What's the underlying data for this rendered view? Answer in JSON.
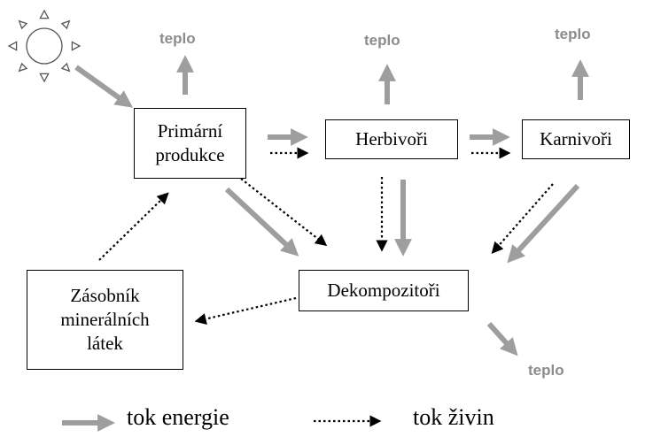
{
  "nodes": {
    "primary": [
      "Primární",
      "produkce"
    ],
    "herbivores": [
      "Herbivoři"
    ],
    "carnivores": [
      "Karnivoři"
    ],
    "decomposers": [
      "Dekompozitoři"
    ],
    "mineral_pool": [
      "Zásobník",
      "minerálních",
      "látek"
    ]
  },
  "heat_label": "teplo",
  "legend": {
    "energy_label": "tok energie",
    "nutrient_label": "tok živin"
  },
  "colors": {
    "energy_arrow": "#9e9e9e",
    "nutrient_arrow": "#000000",
    "heat_text": "#8c8c8c",
    "sun": "#555555"
  }
}
